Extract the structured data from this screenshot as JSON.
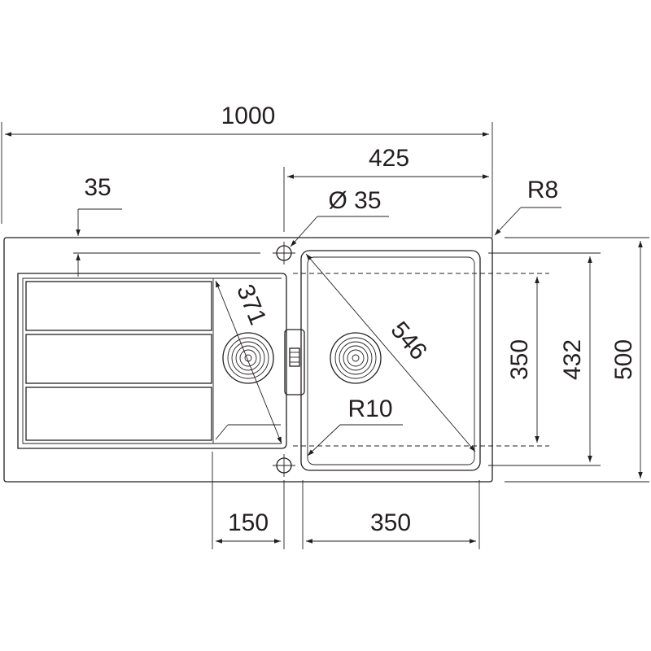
{
  "dimensions": {
    "overall_width": "1000",
    "basin_section_width": "425",
    "edge_offset": "35",
    "tap_hole": "Ø 35",
    "corner_radius_outer": "R8",
    "drainer_diagonal": "371",
    "basin_diagonal": "546",
    "basin_corner_radius": "R10",
    "bowl_depth_inner": "350",
    "inner_height": "432",
    "overall_height": "500",
    "drainer_drain_offset": "150",
    "basin_width": "350"
  },
  "colors": {
    "line": "#231f20",
    "background": "#ffffff"
  }
}
